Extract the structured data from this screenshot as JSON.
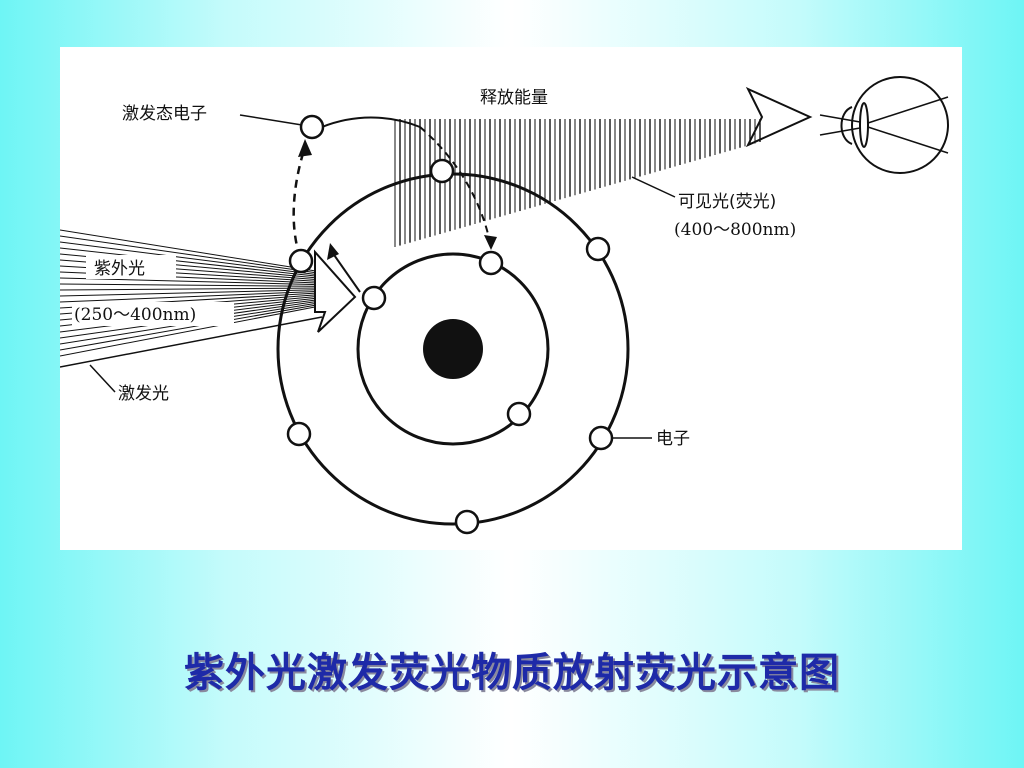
{
  "diagram": {
    "labels": {
      "excited_electron": "激发态电子",
      "energy_release": "释放能量",
      "visible_light_line1": "可见光(荧光)",
      "visible_light_line2": "(400～800nm)",
      "uv_light": "紫外光",
      "uv_range": "(250～400nm)",
      "excitation_light": "激发光",
      "electron": "电子"
    },
    "colors": {
      "ink": "#111111",
      "caption": "#1e2aa8",
      "background_edge": "#6ef5f5"
    }
  },
  "caption": "紫外光激发荧光物质放射荧光示意图"
}
